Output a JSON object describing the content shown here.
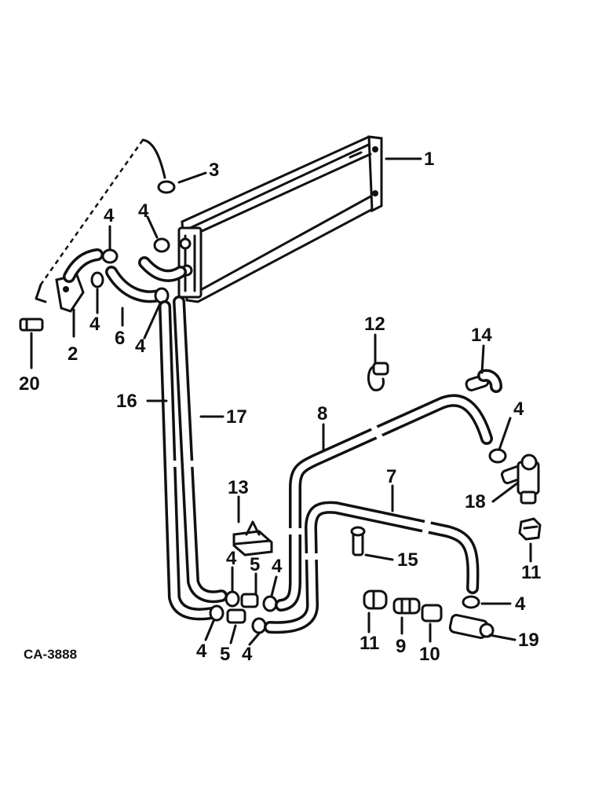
{
  "diagram": {
    "drawing_code": "CA-3888",
    "callouts": [
      {
        "id": "c1",
        "text": "1"
      },
      {
        "id": "c2",
        "text": "2"
      },
      {
        "id": "c3",
        "text": "3"
      },
      {
        "id": "c4a",
        "text": "4"
      },
      {
        "id": "c4b",
        "text": "4"
      },
      {
        "id": "c4c",
        "text": "4"
      },
      {
        "id": "c4d",
        "text": "4"
      },
      {
        "id": "c4e",
        "text": "4"
      },
      {
        "id": "c4f",
        "text": "4"
      },
      {
        "id": "c4g",
        "text": "4"
      },
      {
        "id": "c4h",
        "text": "4"
      },
      {
        "id": "c4i",
        "text": "4"
      },
      {
        "id": "c4j",
        "text": "4"
      },
      {
        "id": "c5a",
        "text": "5"
      },
      {
        "id": "c5b",
        "text": "5"
      },
      {
        "id": "c6",
        "text": "6"
      },
      {
        "id": "c7",
        "text": "7"
      },
      {
        "id": "c8",
        "text": "8"
      },
      {
        "id": "c9",
        "text": "9"
      },
      {
        "id": "c10",
        "text": "10"
      },
      {
        "id": "c11a",
        "text": "11"
      },
      {
        "id": "c11b",
        "text": "11"
      },
      {
        "id": "c12",
        "text": "12"
      },
      {
        "id": "c13",
        "text": "13"
      },
      {
        "id": "c14",
        "text": "14"
      },
      {
        "id": "c15",
        "text": "15"
      },
      {
        "id": "c16",
        "text": "16"
      },
      {
        "id": "c17",
        "text": "17"
      },
      {
        "id": "c18",
        "text": "18"
      },
      {
        "id": "c19",
        "text": "19"
      },
      {
        "id": "c20",
        "text": "20"
      }
    ]
  }
}
